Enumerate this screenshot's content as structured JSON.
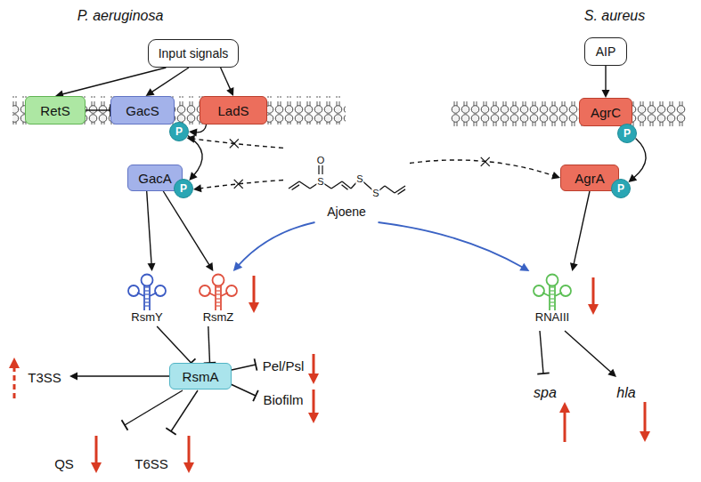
{
  "diagram": {
    "nodes": [
      {
        "text": [
          "Input signals"
        ]
      },
      {
        "text": [
          "AIP"
        ]
      },
      {
        "text": [
          "RetS"
        ]
      },
      {
        "text": [
          "GacS"
        ]
      },
      {
        "text": [
          "P"
        ]
      },
      {
        "text": [
          "LadS"
        ]
      },
      {
        "text": [
          "AgrC"
        ]
      },
      {
        "text": [
          "P"
        ]
      },
      {
        "text": [
          "Ajoene"
        ]
      },
      {
        "text": [
          "GacA"
        ]
      },
      {
        "text": [
          "P"
        ]
      },
      {
        "text": [
          "AgrA"
        ]
      },
      {
        "text": [
          "P"
        ]
      },
      {
        "text": [
          "RsmY"
        ]
      },
      {
        "text": [
          "RsmZ"
        ]
      },
      {
        "text": [
          "RNAIII"
        ]
      },
      {
        "text": [
          "RsmA"
        ]
      }
    ],
    "edges": [
      {
        "from": 0,
        "to": 2,
        "arrow": "to"
      },
      {
        "from": 0,
        "to": 3,
        "arrow": "to"
      },
      {
        "from": 0,
        "to": 5,
        "arrow": "to"
      },
      {
        "from": 2,
        "to": 3,
        "arrow": "to"
      },
      {
        "from": 5,
        "to": 4,
        "arrow": "to"
      },
      {
        "from": 4,
        "to": 10,
        "arrow": "to"
      },
      {
        "from": 8,
        "to": 4,
        "arrow": "to"
      },
      {
        "from": 8,
        "to": 10,
        "arrow": "to"
      },
      {
        "from": 8,
        "to": 11,
        "arrow": "to"
      },
      {
        "from": 1,
        "to": 6,
        "arrow": "to"
      },
      {
        "from": 7,
        "to": 12,
        "arrow": "to"
      },
      {
        "from": 9,
        "to": 13,
        "arrow": "to"
      },
      {
        "from": 9,
        "to": 14,
        "arrow": "to"
      },
      {
        "from": 13,
        "to": 16,
        "arrow": "to"
      },
      {
        "from": 14,
        "to": 16,
        "arrow": "to"
      },
      {
        "from": 8,
        "to": 14,
        "arrow": "to"
      },
      {
        "from": 8,
        "to": 15,
        "arrow": "to"
      },
      {
        "from": 11,
        "to": 15,
        "arrow": "to"
      }
    ],
    "labels": [
      "P. aeruginosa",
      "S. aureus",
      "O",
      "S",
      "S",
      "S",
      "T3SS",
      "Pel/Psl",
      "Biofilm",
      "QS",
      "T6SS",
      "spa",
      "hla"
    ]
  }
}
